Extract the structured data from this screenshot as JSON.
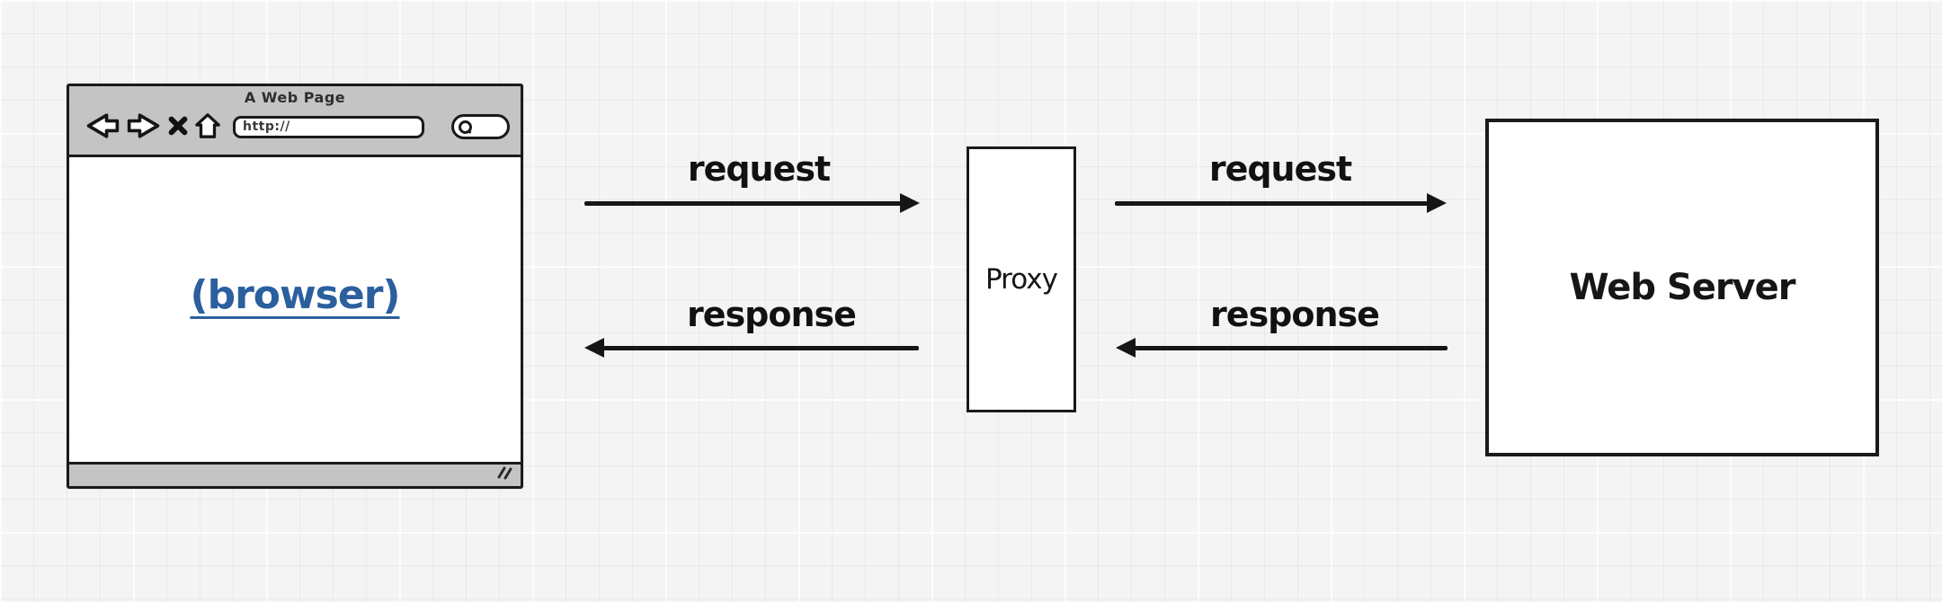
{
  "canvas": {
    "background_color": "#f4f4f5",
    "grid_major_color": "#ffffff",
    "grid_minor_color": "#cdcdd2"
  },
  "browser_window": {
    "title": "A Web Page",
    "url_value": "http://",
    "link_label": "(browser)",
    "link_color": "#2b5f9e",
    "titlebar_color": "#c4c4c4",
    "stroke_color": "#1a1a1a",
    "icons": [
      "back-arrow-icon",
      "forward-arrow-icon",
      "close-x-icon",
      "home-icon",
      "search-icon",
      "resize-grip-icon"
    ]
  },
  "nodes": {
    "proxy": {
      "label": "Proxy"
    },
    "web_server": {
      "label": "Web Server"
    }
  },
  "arrows": [
    {
      "from": "browser",
      "to": "proxy",
      "label": "request",
      "direction": "right"
    },
    {
      "from": "proxy",
      "to": "browser",
      "label": "response",
      "direction": "left"
    },
    {
      "from": "proxy",
      "to": "web_server",
      "label": "request",
      "direction": "right"
    },
    {
      "from": "web_server",
      "to": "proxy",
      "label": "response",
      "direction": "left"
    }
  ]
}
